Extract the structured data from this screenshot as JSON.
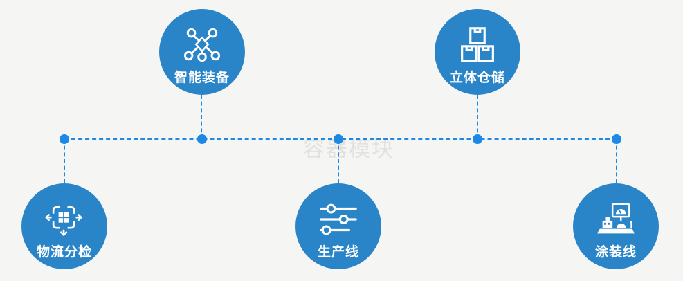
{
  "watermark": "容器模块",
  "colors": {
    "background": "#f5f5f3",
    "node_fill": "#2a85c8",
    "connector_blue": "#1e88e5",
    "label_text": "#ffffff",
    "watermark_text": "#e3e1de"
  },
  "diagram": {
    "type": "node-link-flow",
    "nodes": [
      {
        "id": "smart-equipment",
        "label": "智能装备",
        "icon": "network-nodes-icon",
        "row": "top"
      },
      {
        "id": "vertical-warehouse",
        "label": "立体仓储",
        "icon": "stacked-boxes-icon",
        "row": "top"
      },
      {
        "id": "logistics-sorting",
        "label": "物流分检",
        "icon": "sorting-arrows-icon",
        "row": "bottom"
      },
      {
        "id": "production-line",
        "label": "生产线",
        "icon": "sliders-icon",
        "row": "bottom"
      },
      {
        "id": "painting-line",
        "label": "涂装线",
        "icon": "machine-monitor-icon",
        "row": "bottom"
      }
    ],
    "connectors": {
      "trunk": "horizontal-dashed",
      "branches": 5,
      "junction_dots": 5
    }
  }
}
